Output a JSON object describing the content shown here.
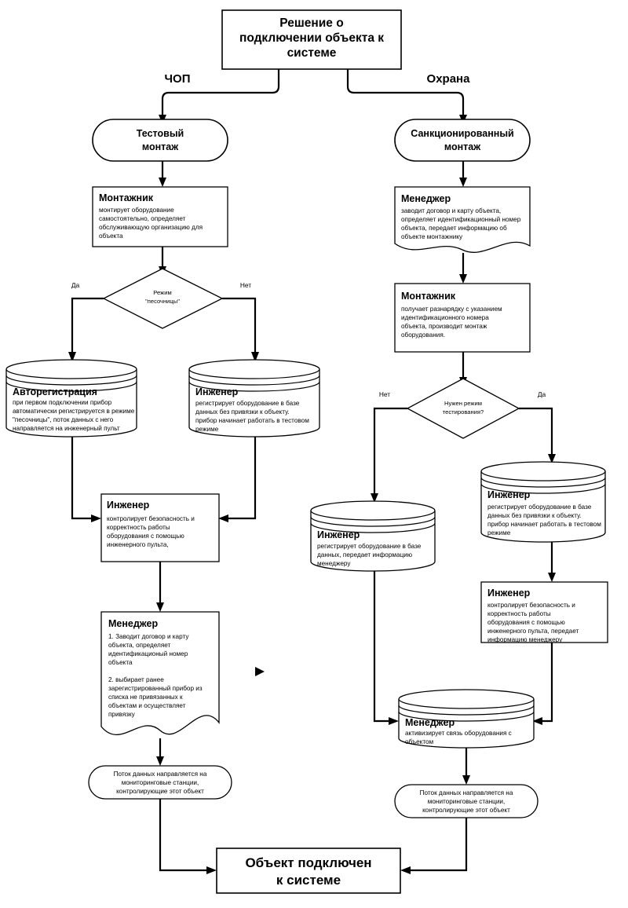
{
  "diagram": {
    "title_node": {
      "lines": [
        "Решение о",
        "подключении объекта к",
        "системе"
      ]
    },
    "branch_labels": {
      "left": "ЧОП",
      "right": "Охрана"
    },
    "left_branch": {
      "terminal": {
        "lines": [
          "Тестовый",
          "монтаж"
        ]
      },
      "montazhnik": {
        "role": "Монтажник",
        "body": [
          "монтирует оборудование",
          "самостоятельно, определяет",
          "обслуживающую организацию для",
          "объекта"
        ]
      },
      "decision": {
        "lines": [
          "Режим",
          "\"песочницы\""
        ],
        "yes_label": "Да",
        "no_label": "Нет"
      },
      "autoreg": {
        "role": "Авторегистрация",
        "body": [
          "при первом подключении прибор",
          "автоматически регистрируется в режиме",
          "\"песочницы\", поток данных с него",
          "направляется на инженерный пульт"
        ]
      },
      "engineer_db": {
        "role": "Инженер",
        "body": [
          "регистрирует оборудование в базе",
          "данных без привязки к объекту.",
          "прибор начинает работать в тестовом",
          "режиме"
        ]
      },
      "engineer_check": {
        "role": "Инженер",
        "body": [
          "контролирует безопасность и",
          "корректность работы",
          "оборудования с помощью",
          "инженерного пульта,"
        ]
      },
      "manager_doc": {
        "role": "Менеджер",
        "body": [
          "1. Заводит договор и карту",
          "объекта, определяет",
          "идентификационый номер",
          "объекта",
          "",
          "2. выбирает ранее",
          "зарегистрированный прибор из",
          "списка не привязанных к",
          "объектам и осуществляет",
          "привязку"
        ]
      },
      "flow_pill": {
        "lines": [
          "Поток данных направляется на",
          "мониторинговые станции,",
          "контролирующие этот объект"
        ]
      }
    },
    "right_branch": {
      "terminal": {
        "lines": [
          "Санкционированный",
          "монтаж"
        ]
      },
      "manager_doc": {
        "role": "Менеджер",
        "body": [
          "заводит договор и карту объекта,",
          "определяет идентификационный номер",
          "объекта, передает информацию об",
          "объекте монтажнику"
        ]
      },
      "montazhnik": {
        "role": "Монтажник",
        "body": [
          "получает разнарядку с указанием",
          "идентификационного номера",
          "объекта, производит монтаж",
          "оборудования."
        ]
      },
      "decision": {
        "lines": [
          "Нужен режим",
          "тестирования?"
        ],
        "no_label": "Нет",
        "yes_label": "Да"
      },
      "engineer_test_db": {
        "role": "Инженер",
        "body": [
          "регистрирует оборудование в базе",
          "данных без привязки к объекту.",
          "прибор начинает работать в тестовом",
          "режиме"
        ]
      },
      "engineer_plain_db": {
        "role": "Инженер",
        "body": [
          "регистрирует оборудование в базе",
          "данных, передает информацию",
          "менеджеру"
        ]
      },
      "engineer_check": {
        "role": "Инженер",
        "body": [
          "контролирует безопасность и",
          "корректность работы",
          "оборудования с помощью",
          "инженерного пульта, передает",
          "информацию менеджеру"
        ]
      },
      "manager_activate": {
        "role": "Менеджер",
        "body": [
          "активизирует связь оборудования с",
          "объектом"
        ]
      },
      "flow_pill": {
        "lines": [
          "Поток данных направляется на",
          "мониторинговые станции,",
          "контролирующие этот объект"
        ]
      }
    },
    "final_node": {
      "lines": [
        "Объект подключен",
        "к системе"
      ]
    },
    "colors": {
      "stroke": "#000000",
      "fill": "#ffffff",
      "background": "#ffffff"
    }
  }
}
